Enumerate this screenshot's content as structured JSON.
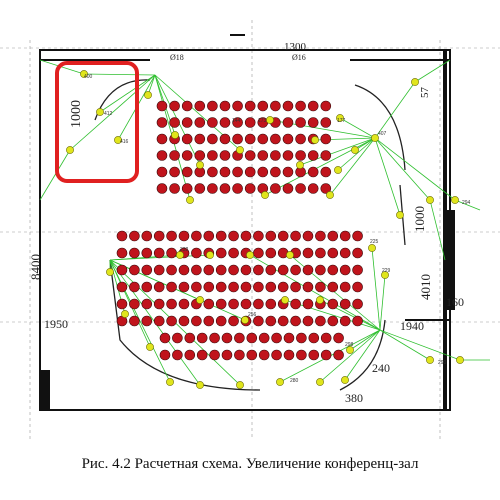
{
  "caption": "Рис. 4.2 Расчетная схема. Увеличение конференц-зал",
  "dimensions": {
    "d1000_left": "1000",
    "d8400": "8400",
    "d1950": "1950",
    "d1000_right": "1000",
    "d4010": "4010",
    "d160": "160",
    "d1940": "1940",
    "d240": "240",
    "d380": "380",
    "d018": "Ø18",
    "d016": "Ø16",
    "d1300": "1300",
    "d57": "57"
  },
  "point_labels": {
    "p400": "400",
    "p412": "412",
    "p416": "416",
    "p177": "177",
    "p407": "407",
    "p294": "294",
    "p225": "225",
    "p229": "229",
    "p290": "290",
    "p298": "298",
    "p232": "232",
    "p256": "256",
    "p280": "280",
    "p144": "144",
    "p173": "173"
  },
  "colors": {
    "seat_red": "#c0141c",
    "node_yellow": "#e0e51c",
    "ray_green": "#2fbf2f",
    "highlight_red": "#e02020",
    "wall": "#111111"
  }
}
